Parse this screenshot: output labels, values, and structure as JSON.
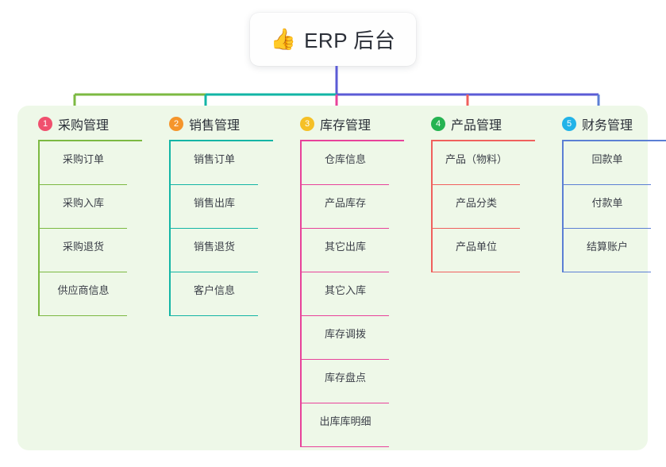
{
  "title": {
    "icon": "thumbs-up-icon",
    "emoji": "👍",
    "text": "ERP 后台"
  },
  "colors": {
    "panel_bg": "#eef8e8",
    "card_bg": "#fefefe",
    "text": "#2b2f38",
    "green": "#7cb942",
    "teal": "#12b5a5",
    "pink": "#e8429a",
    "red": "#f0605d",
    "blue": "#5b7fd4",
    "purple": "#5b5bd6",
    "badge_1": "#f0506e",
    "badge_2": "#f5952b",
    "badge_3": "#f5c026",
    "badge_4": "#25b351",
    "badge_5": "#22b3e8"
  },
  "connector": {
    "segments": [
      {
        "name": "trunk-purple",
        "color": "#5b5bd6"
      },
      {
        "name": "bus-green",
        "color": "#7cb942"
      },
      {
        "name": "bus-teal",
        "color": "#12b5a5"
      },
      {
        "name": "bus-purple",
        "color": "#5b5bd6"
      }
    ],
    "drops": [
      "#7cb942",
      "#12b5a5",
      "#e8429a",
      "#f0605d",
      "#5b7fd4"
    ]
  },
  "columns": [
    {
      "index": "1",
      "badge_color": "#f0506e",
      "line_color": "#7cb942",
      "title": "采购管理",
      "items": [
        "采购订单",
        "采购入库",
        "采购退货",
        "供应商信息"
      ]
    },
    {
      "index": "2",
      "badge_color": "#f5952b",
      "line_color": "#12b5a5",
      "title": "销售管理",
      "items": [
        "销售订单",
        "销售出库",
        "销售退货",
        "客户信息"
      ]
    },
    {
      "index": "3",
      "badge_color": "#f5c026",
      "line_color": "#e8429a",
      "title": "库存管理",
      "items": [
        "仓库信息",
        "产品库存",
        "其它出库",
        "其它入库",
        "库存调拨",
        "库存盘点",
        "出库库明细"
      ]
    },
    {
      "index": "4",
      "badge_color": "#25b351",
      "line_color": "#f0605d",
      "title": "产品管理",
      "items": [
        "产品（物料）",
        "产品分类",
        "产品单位"
      ]
    },
    {
      "index": "5",
      "badge_color": "#22b3e8",
      "line_color": "#5b7fd4",
      "title": "财务管理",
      "items": [
        "回款单",
        "付款单",
        "结算账户"
      ]
    }
  ]
}
